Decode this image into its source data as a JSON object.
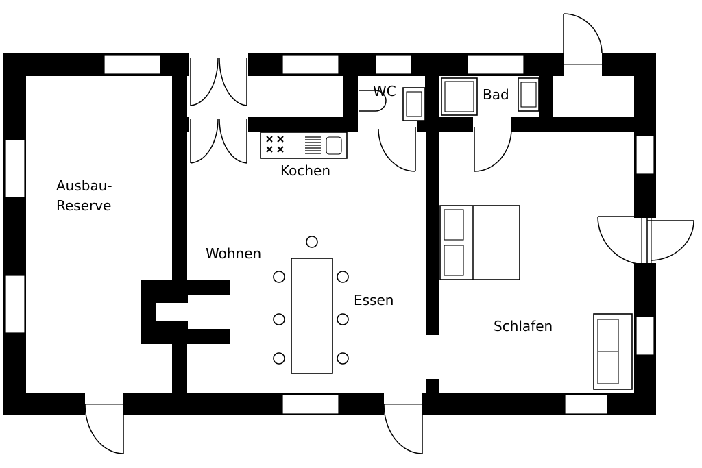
{
  "plan": {
    "rooms": {
      "ausbau_line1": "Ausbau-",
      "ausbau_line2": "Reserve",
      "kochen": "Kochen",
      "wohnen": "Wohnen",
      "essen": "Essen",
      "wc": "WC",
      "bad": "Bad",
      "schlafen": "Schlafen"
    },
    "colors": {
      "wall": "#000000",
      "background": "#ffffff"
    }
  }
}
